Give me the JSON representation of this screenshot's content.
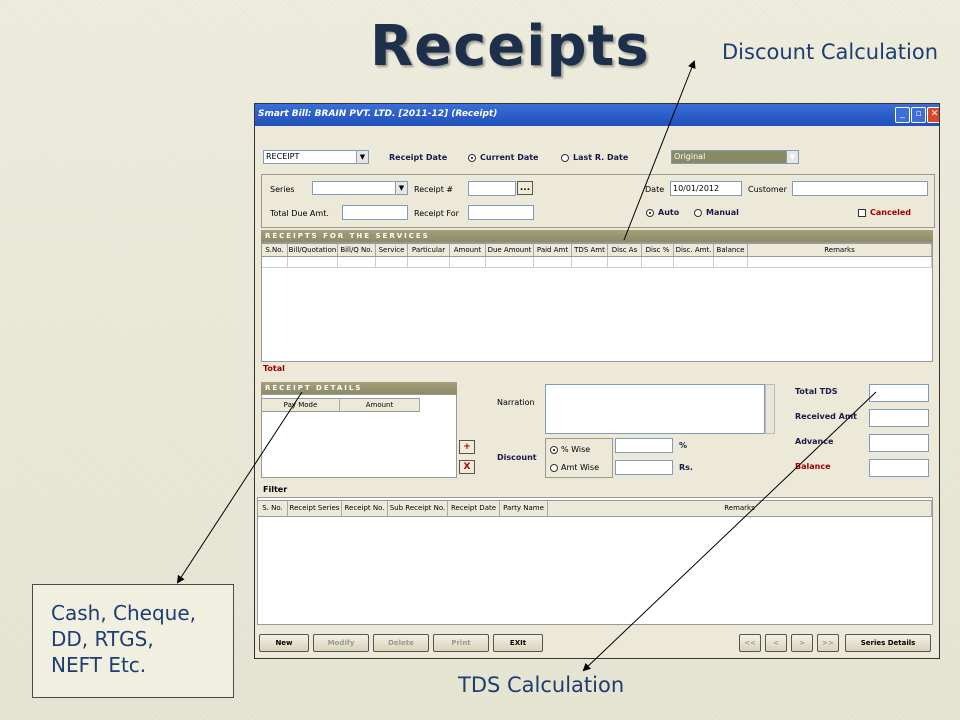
{
  "slide": {
    "title": "Receipts",
    "callouts": {
      "discount": "Discount Calculation",
      "tds": "TDS Calculation",
      "paymode_lines": [
        "Cash, Cheque,",
        "DD, RTGS,",
        "NEFT Etc."
      ]
    }
  },
  "window": {
    "title": "Smart Bill: BRAIN PVT. LTD. [2011-12] (Receipt)",
    "controls": [
      "_",
      "▫",
      "✕"
    ]
  },
  "header": {
    "type_select": "RECEIPT",
    "receipt_date_label": "Receipt Date",
    "current_date": "Current Date",
    "last_r_date": "Last R. Date",
    "status_select": "Original"
  },
  "form": {
    "series_label": "Series",
    "receipt_no_label": "Receipt #",
    "receipt_no_btn": "...",
    "date_label": "Date",
    "date_value": "10/01/2012",
    "customer_label": "Customer",
    "total_due_label": "Total Due Amt.",
    "receipt_for_label": "Receipt For",
    "auto_label": "Auto",
    "manual_label": "Manual",
    "cancelled_label": "Canceled"
  },
  "services": {
    "section_title": "RECEIPTS FOR THE SERVICES",
    "columns": [
      "S.No.",
      "Bill/Quotation",
      "Bill/Q No.",
      "Service",
      "Particular",
      "Amount",
      "Due Amount",
      "Paid Amt",
      "TDS Amt",
      "Disc As",
      "Disc %",
      "Disc. Amt.",
      "Balance",
      "Remarks"
    ],
    "total_label": "Total"
  },
  "receipt_details": {
    "section_title": "RECEIPT DETAILS",
    "columns": [
      "Pay Mode",
      "Amount"
    ],
    "add_btn": "+",
    "remove_btn": "X",
    "narration_label": "Narration",
    "discount_label": "Discount",
    "pct_wise": "% Wise",
    "amt_wise": "Amt Wise",
    "pct_symbol": "%",
    "rs_symbol": "Rs.",
    "total_tds_label": "Total TDS",
    "received_amt_label": "Received Amt",
    "advance_label": "Advance",
    "balance_label": "Balance"
  },
  "filter": {
    "label": "Filter",
    "columns": [
      "S. No.",
      "Receipt Series",
      "Receipt No.",
      "Sub Receipt No.",
      "Receipt Date",
      "Party Name",
      "Remarks"
    ]
  },
  "footer": {
    "new": "New",
    "modify": "Modify",
    "delete": "Delete",
    "print": "Print",
    "exit": "EXIt",
    "nav": [
      "<<",
      "<",
      ">",
      ">>"
    ],
    "series_details": "Series Details"
  },
  "colors": {
    "title_text": "#1d2f4a",
    "callout_text": "#1e3d73",
    "titlebar": "#1f4fb8",
    "section_bar": "#8e8a66",
    "balance_label": "#a00000"
  }
}
